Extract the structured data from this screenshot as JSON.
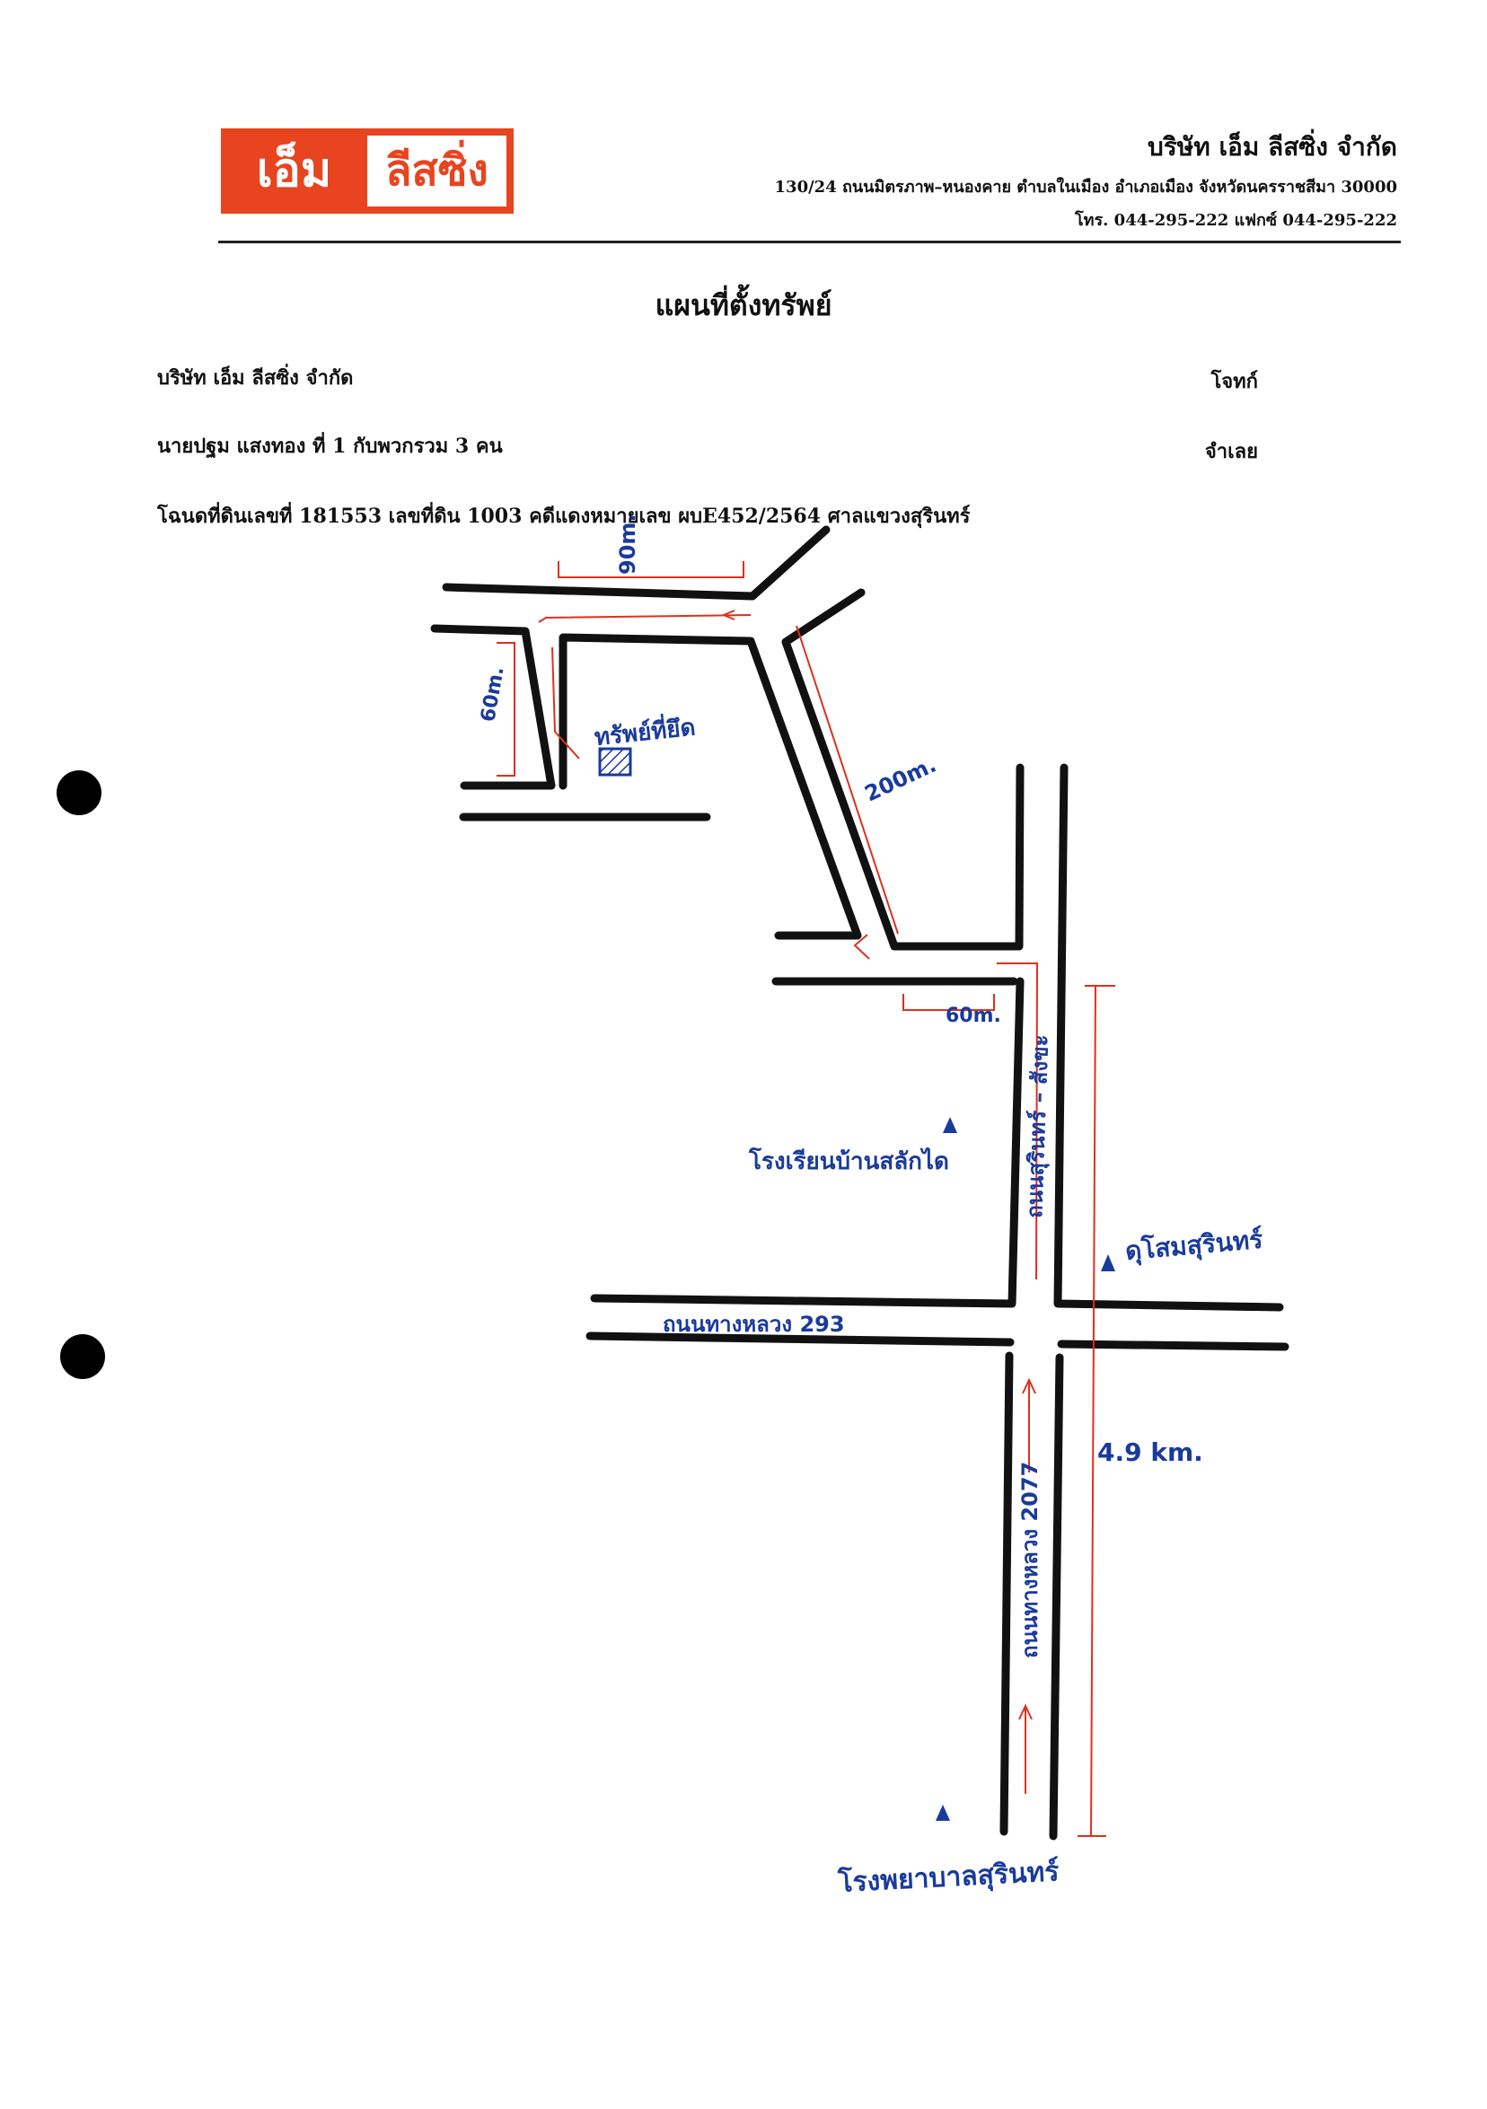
{
  "header": {
    "logo_left": "เอ็ม",
    "logo_right": "ลีสซิ่ง",
    "company_name": "บริษัท เอ็ม ลีสซิ่ง จำกัด",
    "address": "130/24 ถนนมิตรภาพ–หนองคาย ตำบลในเมือง อำเภอเมือง จังหวัดนครราชสีมา 30000",
    "contact": "โทร. 044-295-222   แฟกซ์ 044-295-222"
  },
  "document": {
    "title": "แผนที่ตั้งทรัพย์",
    "plaintiff_name": "บริษัท เอ็ม ลีสซิ่ง จำกัด",
    "plaintiff_role": "โจทก์",
    "defendant_name": "นายปฐม แสงทอง ที่ 1 กับพวกรวม 3 คน",
    "defendant_role": "จำเลย",
    "deed_line": "โฉนดที่ดินเลขที่ 181553 เลขที่ดิน 1003 คดีแดงหมายเลข ผบE452/2564 ศาลแขวงสุรินทร์"
  },
  "map": {
    "distance_90m": "90m.",
    "distance_60m_left": "60m.",
    "distance_200m": "200m.",
    "distance_60m_bottom": "60m.",
    "distance_4_9km": "4.9 km.",
    "property_label": "ทรัพย์ที่ยึด",
    "road_surin_sangkha": "ถนนสุรินทร์ – สังขะ",
    "road_293": "ถนนทางหลวง 293",
    "road_2077": "ถนนทางหลวง 2077",
    "landmark_school": "โรงเรียนบ้านสลักได",
    "landmark_college": "ดุโสมสุรินทร์",
    "landmark_hospital": "โรงพยาบาลสุรินทร์"
  },
  "colors": {
    "logo_orange": "#e8441f",
    "road_black": "#111111",
    "measure_red": "#e0301e",
    "handwriting_blue": "#1a3a9c"
  }
}
